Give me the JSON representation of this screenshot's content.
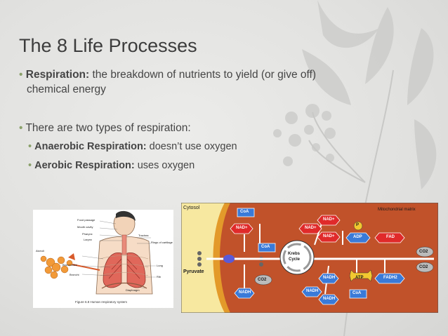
{
  "slide": {
    "title": "The 8 Life Processes",
    "bullets": [
      {
        "bold": "Respiration:",
        "text": " the breakdown of nutrients to yield (or give off)",
        "text2": "chemical energy"
      },
      {
        "bold": "",
        "text": "There are two types of  respiration:"
      }
    ],
    "sub_bullets": [
      {
        "bold": "Anaerobic Respiration:",
        "text": " doesn’t use oxygen"
      },
      {
        "bold": "Aerobic Respiration:",
        "text": " uses oxygen"
      }
    ],
    "bullet_glyph": "•"
  },
  "figure1": {
    "caption": "Figure 6.8 Human respiratory system",
    "labels": [
      "Food passage",
      "Mouth cavity",
      "Pharynx",
      "Larynx",
      "Trachea",
      "Rings of cartilage",
      "Alveoli",
      "Bronchioles",
      "Lung",
      "Bronchi",
      "Rib",
      "Diaphragm"
    ]
  },
  "figure2": {
    "cytosol": "Cytosol",
    "matrix": "Mitochondrial matrix",
    "pyruvate": "Pyruvate",
    "krebs": [
      "Krebs",
      "Cycle"
    ],
    "molecules": {
      "coa": "CoA",
      "nad": "NAD+",
      "nadh": "NADH",
      "co2": "CO2",
      "adp": "ADP",
      "atp": "ATP",
      "p": "P",
      "fad": "FAD",
      "fadh2": "FADH2"
    }
  },
  "colors": {
    "accent": "#8aa06a",
    "text": "#454545",
    "matrix": "#c1522a",
    "membrane": "#e39a2a"
  }
}
